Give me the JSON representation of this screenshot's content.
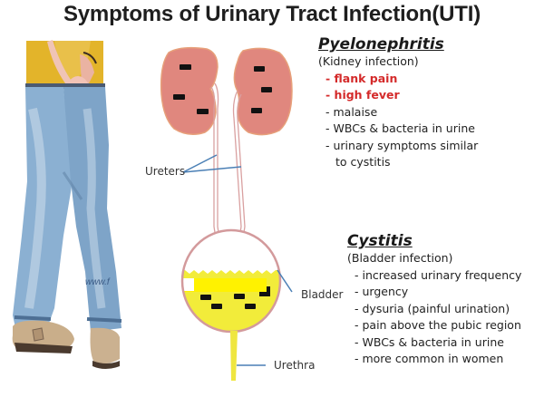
{
  "title": "Symptoms of Urinary Tract Infection(UTI)",
  "anatomy_labels": {
    "ureters": "Ureters",
    "bladder": "Bladder",
    "urethra": "Urethra"
  },
  "photo": {
    "description": "person in yellow top and blue jeans holding groin, wearing tan clogs",
    "watermark": "www.f"
  },
  "pyelonephritis": {
    "heading": "Pyelonephritis",
    "subtitle": "(Kidney infection)",
    "symptoms": [
      {
        "text": "- flank pain",
        "highlight": true
      },
      {
        "text": "- high fever",
        "highlight": true
      },
      {
        "text": "- malaise",
        "highlight": false
      },
      {
        "text": "- WBCs & bacteria in urine",
        "highlight": false
      },
      {
        "text": "- urinary symptoms similar",
        "highlight": false,
        "continuation": "to cystitis"
      }
    ]
  },
  "cystitis": {
    "heading": "Cystitis",
    "subtitle": "(Bladder infection)",
    "symptoms": [
      {
        "text": "- increased urinary frequency"
      },
      {
        "text": "- urgency"
      },
      {
        "text": "- dysuria (painful urination)"
      },
      {
        "text": "- pain above the pubic region"
      },
      {
        "text": "- WBCs & bacteria in urine"
      },
      {
        "text": "- more common in women"
      }
    ]
  },
  "colors": {
    "kidney": "#e0877e",
    "kidney_border": "#e8a27a",
    "ureter": "#d9a0a0",
    "bladder_outline": "#d39a9c",
    "urine": "#f2ec3a",
    "urine_bright": "#fff200",
    "bacteria": "#111111",
    "pointer_line": "#4a7fb5",
    "highlight_red": "#d42a2a",
    "jeans": "#7fa3c6",
    "shirt": "#e6b422"
  }
}
